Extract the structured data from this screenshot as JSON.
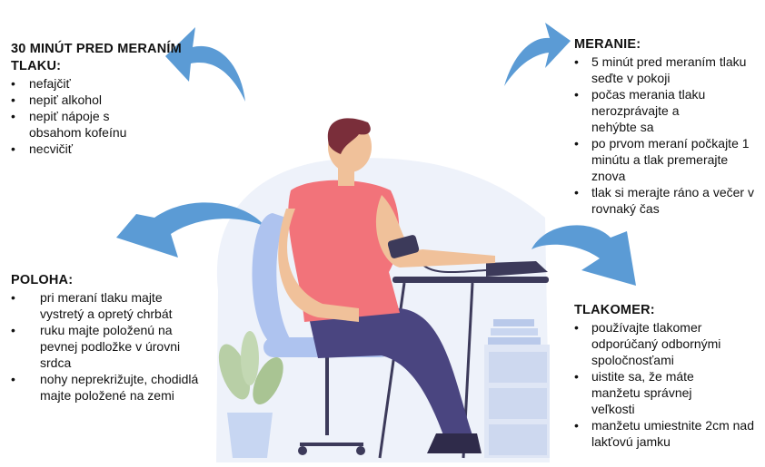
{
  "sections": {
    "before": {
      "title": "30 MINÚT PRED MERANÍM TLAKU:",
      "items": [
        "nefajčiť",
        "nepiť alkohol",
        "nepiť nápoje s obsahom kofeínu",
        "necvičiť"
      ]
    },
    "measurement": {
      "title": "MERANIE:",
      "items": [
        "5 minút pred meraním tlaku seďte v pokoji",
        "počas merania tlaku nerozprávajte a nehýbte sa",
        "po prvom meraní počkajte 1 minútu a tlak premerajte znova",
        "tlak si merajte ráno a večer v rovnaký čas"
      ]
    },
    "position": {
      "title": "POLOHA:",
      "items": [
        "pri meraní tlaku majte vystretý a opretý chrbát",
        "ruku majte položenú na pevnej podložke v úrovni srdca",
        "nohy neprekrižujte, chodidlá majte položené na zemi"
      ]
    },
    "device": {
      "title": "TLAKOMER:",
      "items": [
        "používajte tlakomer odporúčaný odbornými spoločnosťami",
        "uistite sa, že máte manžetu správnej veľkosti",
        "manžetu umiestnite 2cm nad lakťovú jamku"
      ]
    }
  },
  "colors": {
    "arrow": "#5b9bd5",
    "shirt": "#f2737a",
    "pants": "#4a4580",
    "background_blob": "#eef2fa"
  }
}
